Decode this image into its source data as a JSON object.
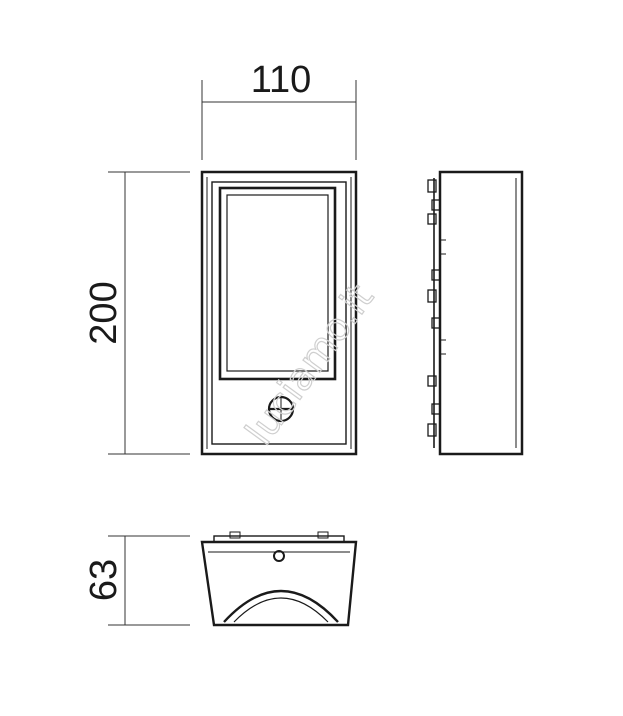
{
  "dimensions": {
    "width": "110",
    "height": "200",
    "depth": "63"
  },
  "watermark": "luciamo.it",
  "colors": {
    "line": "#1a1a1a",
    "dimension_line": "#333333",
    "watermark": "#cfcfcf"
  }
}
